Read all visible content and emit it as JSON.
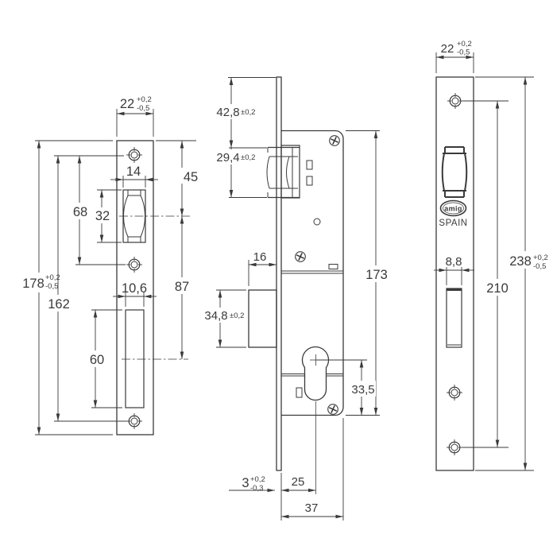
{
  "drawing": {
    "background_color": "#ffffff",
    "line_color": "#3a3a3a",
    "views": {
      "strike_plate": {
        "plate_width": {
          "value": "22",
          "tol_plus": "+0,2",
          "tol_minus": "-0,5"
        },
        "plate_height": {
          "value": "178",
          "tol_plus": "+0,2",
          "tol_minus": "-0,5"
        },
        "latch_opening_width": "14",
        "latch_opening_height": "32",
        "top_to_latch_center": "45",
        "upper_screw_spacing": "68",
        "latch_to_deadbolt_center": "87",
        "deadbolt_opening_width": "10,6",
        "screw_spacing": "162",
        "deadbolt_opening_height": "60"
      },
      "lock_body": {
        "top_to_latch": {
          "value": "42,8",
          "tol": "±0,2"
        },
        "latch_height": {
          "value": "29,4",
          "tol": "±0,2"
        },
        "deadbolt_throw": "16",
        "body_height": "173",
        "deadbolt_height": {
          "value": "34,8",
          "tol": "±0,2"
        },
        "cylinder_to_bottom": "33,5",
        "faceplate_thickness": {
          "value": "3",
          "tol_plus": "+0,2",
          "tol_minus": "-0,3"
        },
        "backset": "25",
        "body_depth": "37"
      },
      "faceplate": {
        "plate_width": {
          "value": "22",
          "tol_plus": "+0,2",
          "tol_minus": "-0,5"
        },
        "plate_height": {
          "value": "238",
          "tol_plus": "+0,2",
          "tol_minus": "-0,5"
        },
        "deadbolt_slot_width": "8,8",
        "screw_spacing": "210",
        "brand": "amig",
        "origin": "SPAIN"
      }
    }
  }
}
